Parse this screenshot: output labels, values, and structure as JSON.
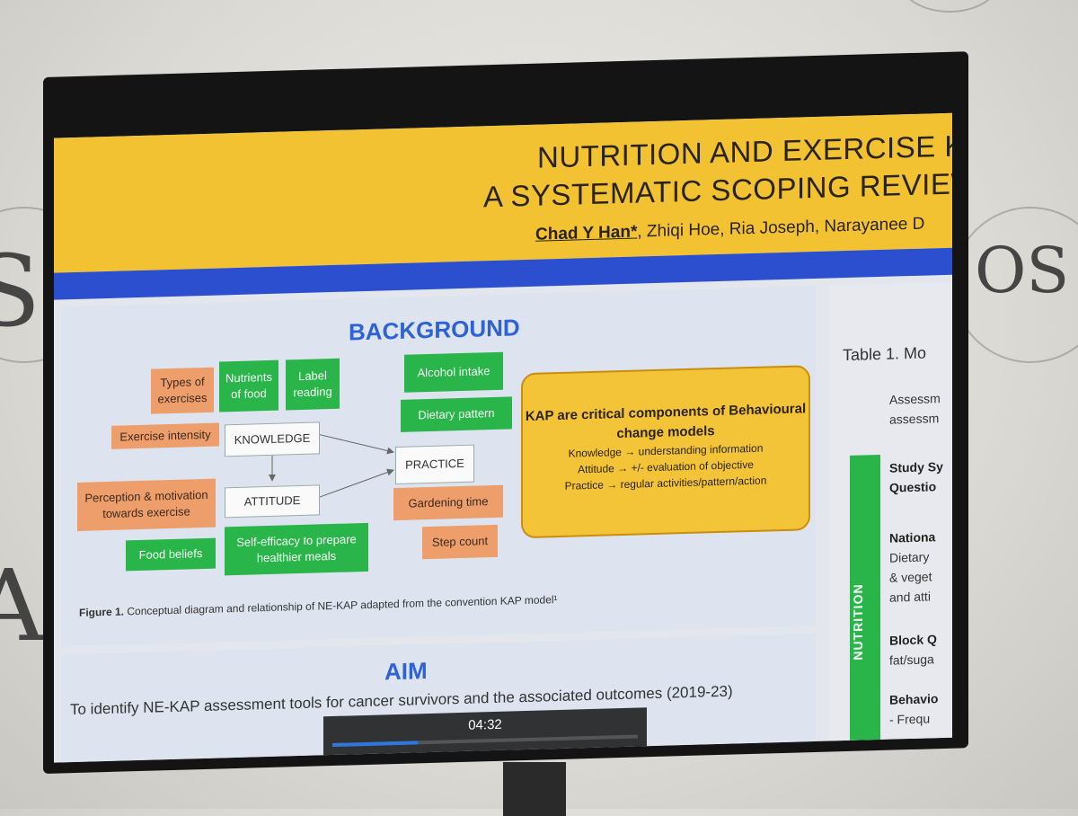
{
  "header": {
    "title_line1": "NUTRITION AND EXERCISE KNOW",
    "title_line2": "A SYSTEMATIC SCOPING REVIEW OF A",
    "author_main": "Chad Y Han*",
    "authors_rest": ", Zhiqi Hoe, Ria Joseph, Narayanee D"
  },
  "background": {
    "heading": "BACKGROUND",
    "knowledge": "KNOWLEDGE",
    "attitude": "ATTITUDE",
    "practice": "PRACTICE",
    "types_of_exercises": "Types of exercises",
    "nutrients_of_food": "Nutrients of food",
    "label_reading": "Label reading",
    "exercise_intensity": "Exercise intensity",
    "perception_motivation": "Perception & motivation towards exercise",
    "food_beliefs": "Food beliefs",
    "self_efficacy": "Self-efficacy to prepare healthier meals",
    "alcohol_intake": "Alcohol intake",
    "dietary_pattern": "Dietary pattern",
    "gardening_time": "Gardening time",
    "step_count": "Step count",
    "kap_title": "KAP are critical components of Behavioural change models",
    "kap_knowledge": "Knowledge → understanding information",
    "kap_attitude": "Attitude → +/- evaluation of objective",
    "kap_practice": "Practice → regular activities/pattern/action",
    "figure_label": "Figure 1.",
    "figure_caption": "Conceptual diagram and relationship of NE-KAP adapted from the convention KAP model¹"
  },
  "aim": {
    "heading": "AIM",
    "text": "To identify NE-KAP assessment tools for cancer survivors and the associated outcomes (2019-23)"
  },
  "table": {
    "title": "Table 1. Mo",
    "header_line1": "Assessm",
    "header_line2": "assessm",
    "row1_line1": "Study Sy",
    "row1_line2": "Questio",
    "side_label": "NUTRITION",
    "row2_line1": "Nationa",
    "row2_line2": "Dietary",
    "row2_line3": "& veget",
    "row2_line4": "and atti",
    "row3_line1": "Block Q",
    "row3_line2": "fat/suga",
    "row4_line1": "Behavio",
    "row4_line2": "- Frequ"
  },
  "video": {
    "timestamp": "04:32",
    "progress": 0.28
  },
  "wall": {
    "logo_left": "SC",
    "logo_left2": "AS",
    "logo_right": "OS"
  },
  "colors": {
    "header": "#f2c232",
    "blue_bar": "#2c4fcf",
    "green": "#29b54a",
    "orange": "#ee9e6b",
    "heading_blue": "#2d63d6"
  }
}
